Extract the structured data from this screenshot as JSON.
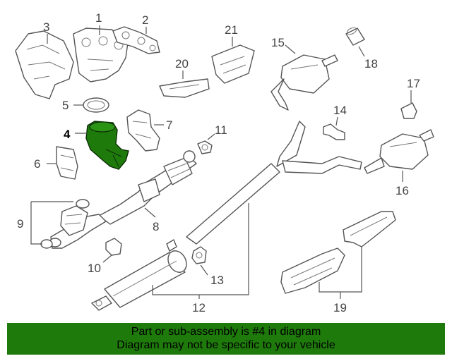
{
  "colors": {
    "banner_bg": "#1f7a0c",
    "highlight_part": "#1f7a0c",
    "line": "#555555"
  },
  "callouts": {
    "c1": "1",
    "c2": "2",
    "c3": "3",
    "c4": "4",
    "c5": "5",
    "c6": "6",
    "c7": "7",
    "c8": "8",
    "c9": "9",
    "c10": "10",
    "c11": "11",
    "c12": "12",
    "c13": "13",
    "c14": "14",
    "c15": "15",
    "c16": "16",
    "c17": "17",
    "c18": "18",
    "c19": "19",
    "c20": "20",
    "c21": "21"
  },
  "highlighted_callout": "4",
  "banner": {
    "line1": "Part or sub-assembly is #4 in diagram",
    "line2": "Diagram may not be specific to your vehicle"
  }
}
